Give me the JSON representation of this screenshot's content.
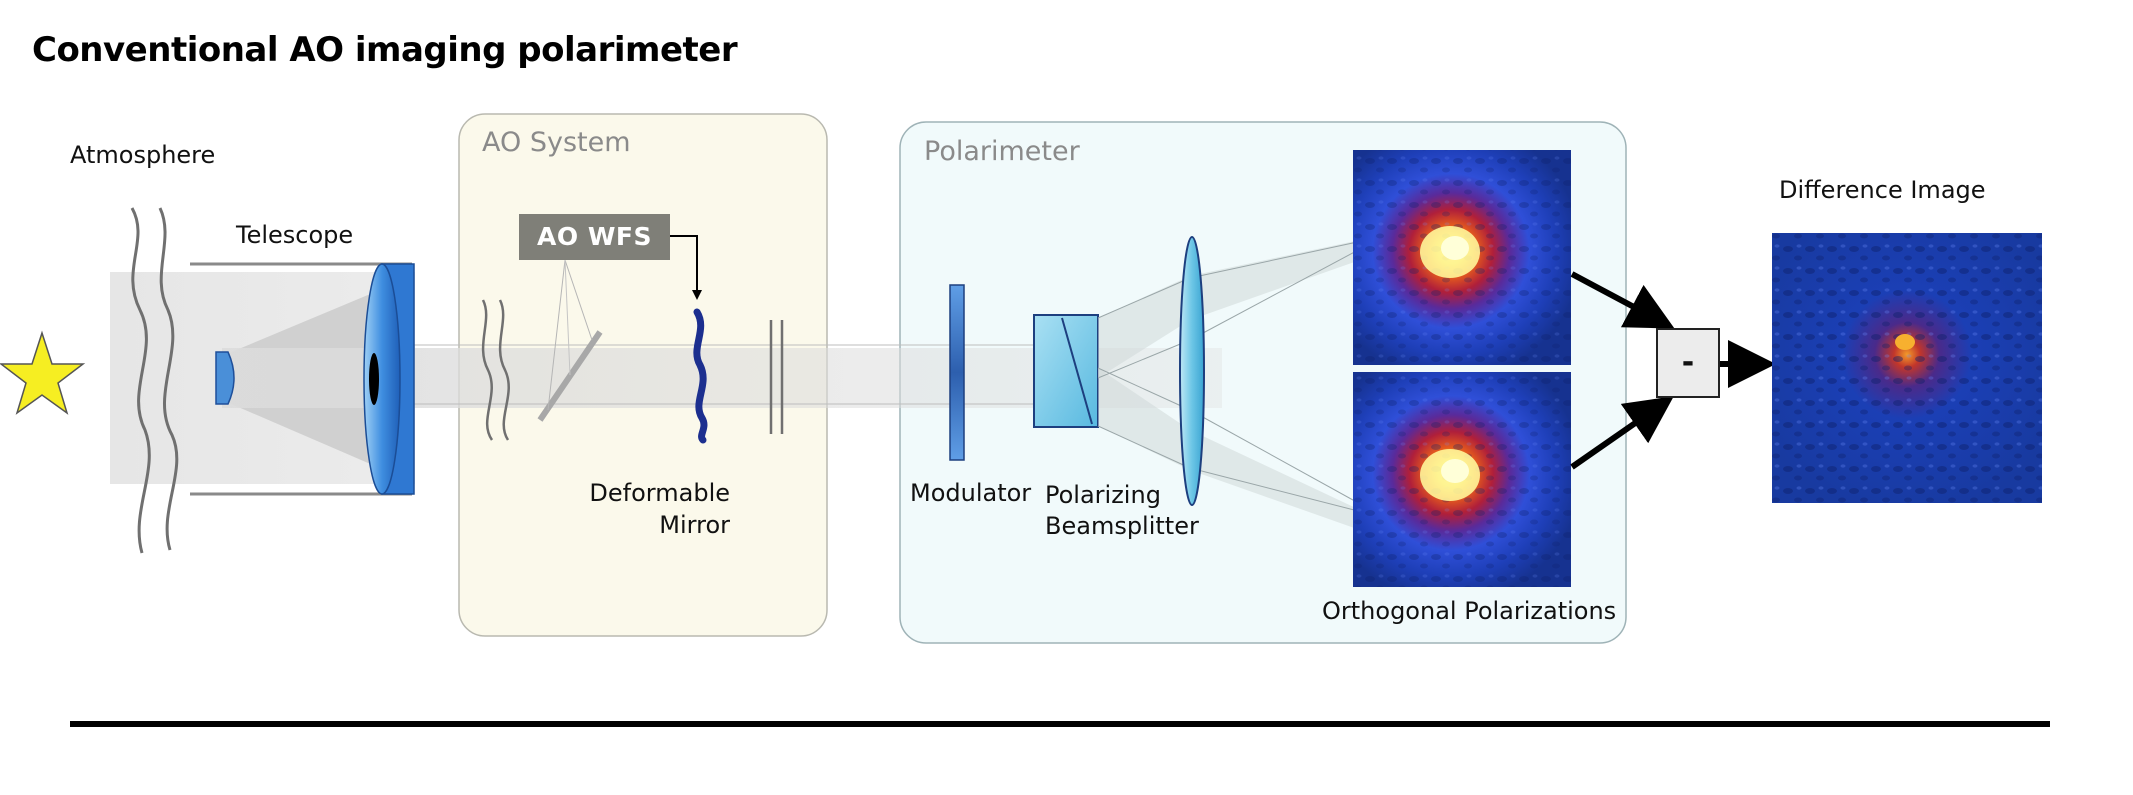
{
  "title": "Conventional AO imaging polarimeter",
  "labels": {
    "atmosphere": "Atmosphere",
    "telescope": "Telescope",
    "ao_system": "AO System",
    "ao_wfs": "AO WFS",
    "deformable_mirror_line1": "Deformable",
    "deformable_mirror_line2": "Mirror",
    "polarimeter": "Polarimeter",
    "modulator": "Modulator",
    "beamsplitter_line1": "Polarizing",
    "beamsplitter_line2": "Beamsplitter",
    "orthogonal_polarizations": "Orthogonal Polarizations",
    "difference_image": "Difference Image",
    "minus": "-"
  },
  "colors": {
    "ao_panel_fill": "#fbf9eb",
    "polarimeter_panel_fill": "#f1fafb",
    "optics_blue": "#4a8fd8",
    "deformable_mirror": "#1c2f8f",
    "star": "#f6ee22",
    "wfs_box": "#7f7f78"
  },
  "icons": {
    "source": "star-icon"
  }
}
